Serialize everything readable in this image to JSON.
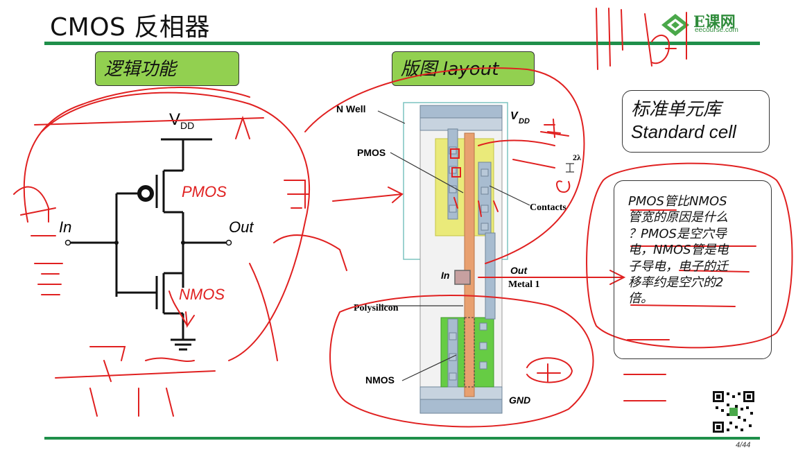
{
  "slide": {
    "title": "CMOS 反相器",
    "page": "4/44"
  },
  "logo": {
    "name": "E课网",
    "url_text": "eecourse.com"
  },
  "labels": {
    "logic": "逻辑功能",
    "layout": "版图 layout"
  },
  "schematic": {
    "vdd": "V",
    "vdd_sub": "DD",
    "pmos": "PMOS",
    "nmos": "NMOS",
    "in": "In",
    "out": "Out"
  },
  "layout_diagram": {
    "n_well": "N Well",
    "vdd": "V",
    "vdd_sub": "DD",
    "pmos": "PMOS",
    "contacts": "Contacts",
    "two_lambda": "2λ",
    "in": "In",
    "out": "Out",
    "metal1": "Metal 1",
    "polysilicon": "Polysilicon",
    "nmos": "NMOS",
    "gnd": "GND"
  },
  "std_cell": {
    "line1": "标准单元库",
    "line2": "Standard cell"
  },
  "question": {
    "line1": "PMOS管比NMOS",
    "line2": "管宽的原因是什么",
    "line3": "？PMOS是空穴导",
    "line4": "电，NMOS管是电",
    "line5": "子导电，电子的迁",
    "line6": "移率约是空穴的2",
    "line7": "倍。"
  },
  "colors": {
    "accent_green": "#1f8f4a",
    "label_green": "#92d050",
    "annotation_red": "#e02020",
    "poly": "#e8a070",
    "metal": "#a8bcd0",
    "pdiff": "#e8e870",
    "ndiff": "#66cc44"
  }
}
